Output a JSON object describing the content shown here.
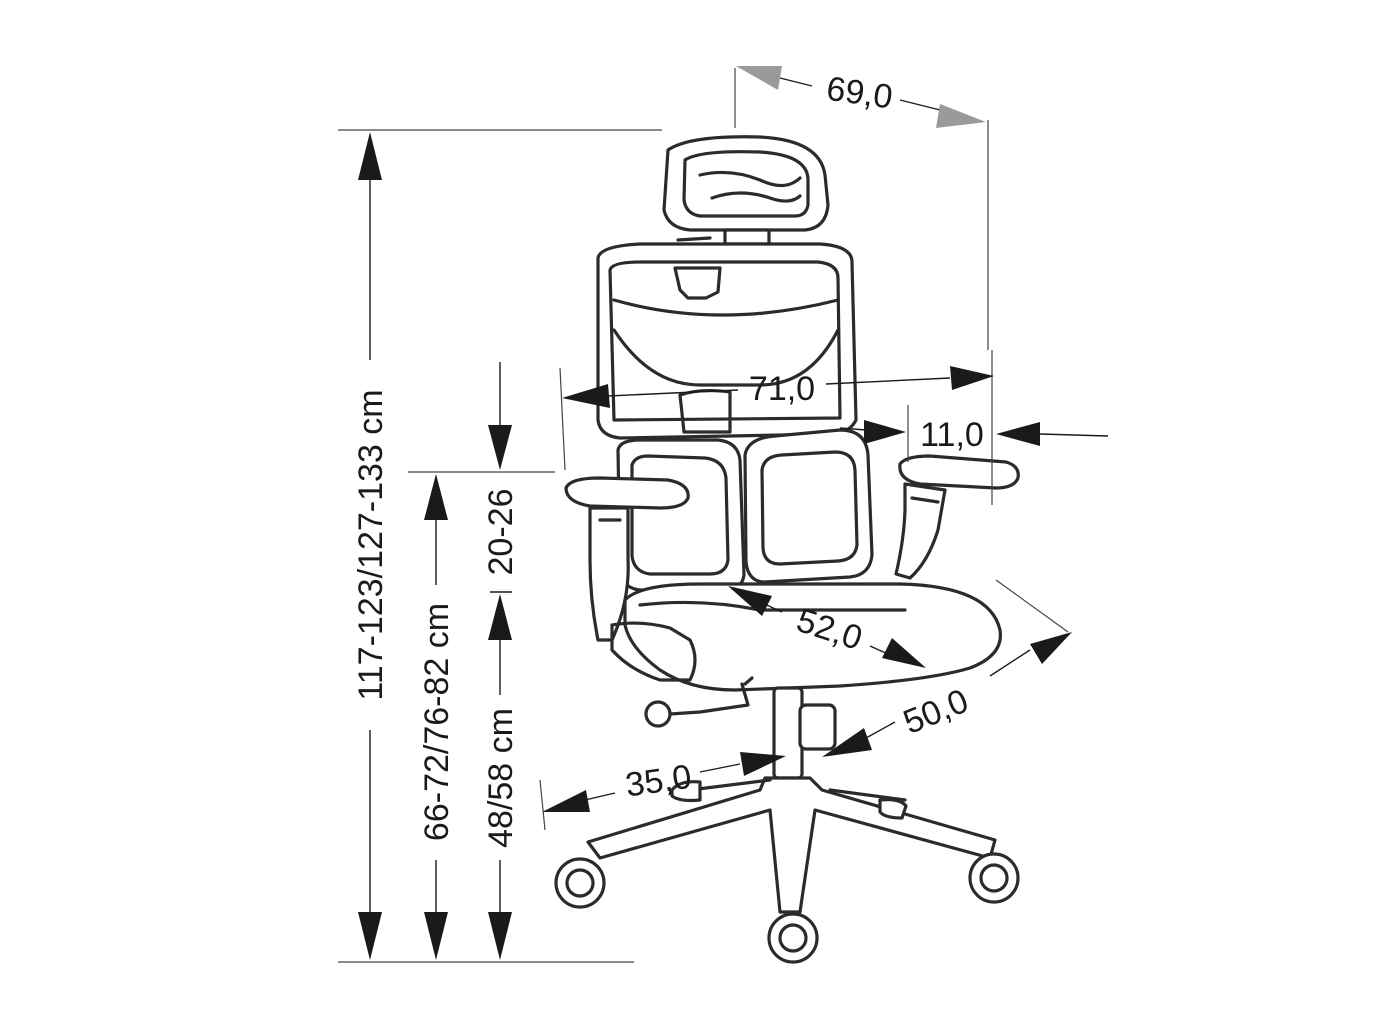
{
  "diagram": {
    "subject": "office chair dimensions",
    "colors": {
      "line": "#2b2b2b",
      "arrow": "#1a1a1a",
      "arrow_light": "#9a9a9a",
      "background": "#ffffff"
    },
    "dimensions": {
      "total_height": "117-123/127-133 cm",
      "armrest_height": "66-72/76-82 cm",
      "seat_height": "48/58 cm",
      "backrest_adjust": "20-26",
      "depth_total": "69,0",
      "width_total": "71,0",
      "armrest_offset": "11,0",
      "seat_depth": "52,0",
      "seat_width": "50,0",
      "base_radius": "35,0"
    }
  }
}
